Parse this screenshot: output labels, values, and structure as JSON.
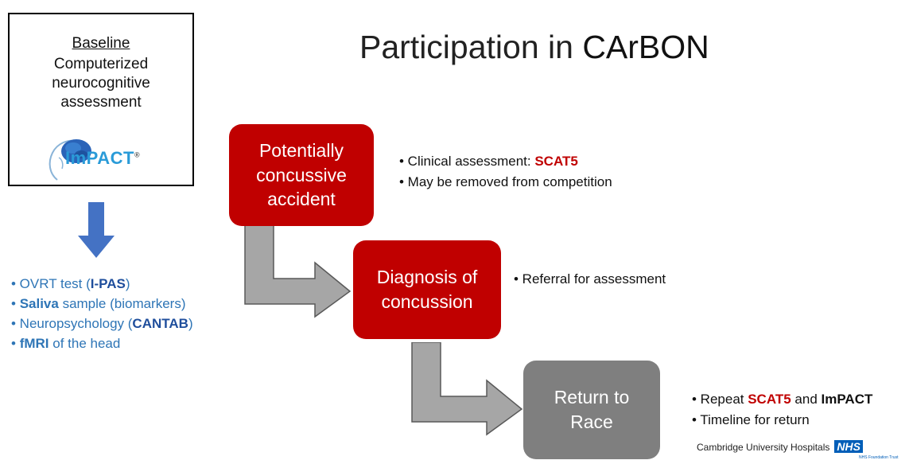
{
  "title": {
    "prefix": "Participation in ",
    "emph": "CArBON"
  },
  "baseline": {
    "heading": "Baseline",
    "lines": [
      "Computerized",
      "neurocognitive",
      "assessment"
    ],
    "logo_text": "ImPACT",
    "logo_mark": "®"
  },
  "baseline_list": {
    "item1": {
      "pre": "• OVRT test (",
      "b": "I-PAS",
      "post": ")"
    },
    "item2": {
      "pre": "• ",
      "b": "Saliva",
      "post": " sample (biomarkers)"
    },
    "item3": {
      "pre": "• Neuropsychology (",
      "b": "CANTAB",
      "post": ")"
    },
    "item4": {
      "pre": "• ",
      "b": "fMRI",
      "post": " of the head"
    }
  },
  "boxes": {
    "accident": [
      "Potentially",
      "concussive",
      "accident"
    ],
    "diagnosis": [
      "Diagnosis of",
      "concussion"
    ],
    "return": [
      "Return to",
      "Race"
    ]
  },
  "accident_bullets": {
    "b1_pre": "• Clinical assessment: ",
    "b1_red": "SCAT5",
    "b2": "• May be removed from competition"
  },
  "diagnosis_bullets": {
    "b1": "• Referral for assessment"
  },
  "return_bullets": {
    "b1_pre": "• Repeat ",
    "b1_red": "SCAT5",
    "b1_mid": " and ",
    "b1_bold": "ImPACT",
    "b2": "• Timeline for return"
  },
  "footer": {
    "org": "Cambridge University Hospitals",
    "badge": "NHS",
    "sub": "NHS Foundation Trust"
  },
  "colors": {
    "red": "#c00000",
    "grey": "#7f7f7f",
    "blue": "#2e75b6",
    "arrow_blue": "#4472c4",
    "arrow_grey": "#a6a6a6"
  }
}
